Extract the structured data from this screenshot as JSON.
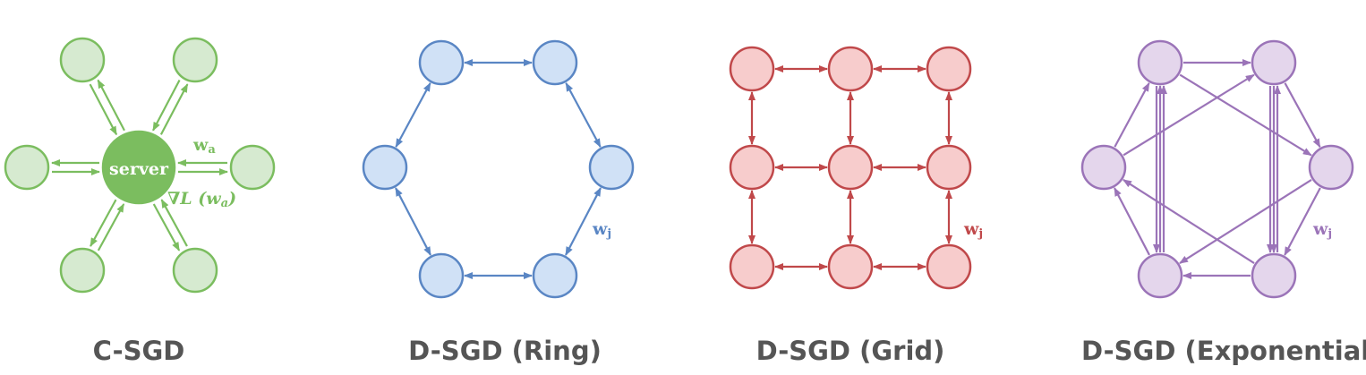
{
  "panels": [
    {
      "id": "c-sgd",
      "caption": "C-SGD",
      "color": "#7bbd5f",
      "fill": "#d6ead0",
      "server_label": "server",
      "weight_label": "w",
      "weight_subscript": "a",
      "gradient_label": "∇L (w",
      "gradient_close": ")"
    },
    {
      "id": "d-sgd-ring",
      "caption": "D-SGD (Ring)",
      "color": "#5a86c4",
      "fill": "#d0e1f6",
      "weight_label": "w",
      "weight_subscript": "j"
    },
    {
      "id": "d-sgd-grid",
      "caption": "D-SGD (Grid)",
      "color": "#c0484a",
      "fill": "#f7cccc",
      "weight_label": "w",
      "weight_subscript": "j"
    },
    {
      "id": "d-sgd-exponential",
      "caption": "D-SGD (Exponential)",
      "color": "#9b74b8",
      "fill": "#e4d6ec",
      "weight_label": "w",
      "weight_subscript": "j"
    }
  ]
}
